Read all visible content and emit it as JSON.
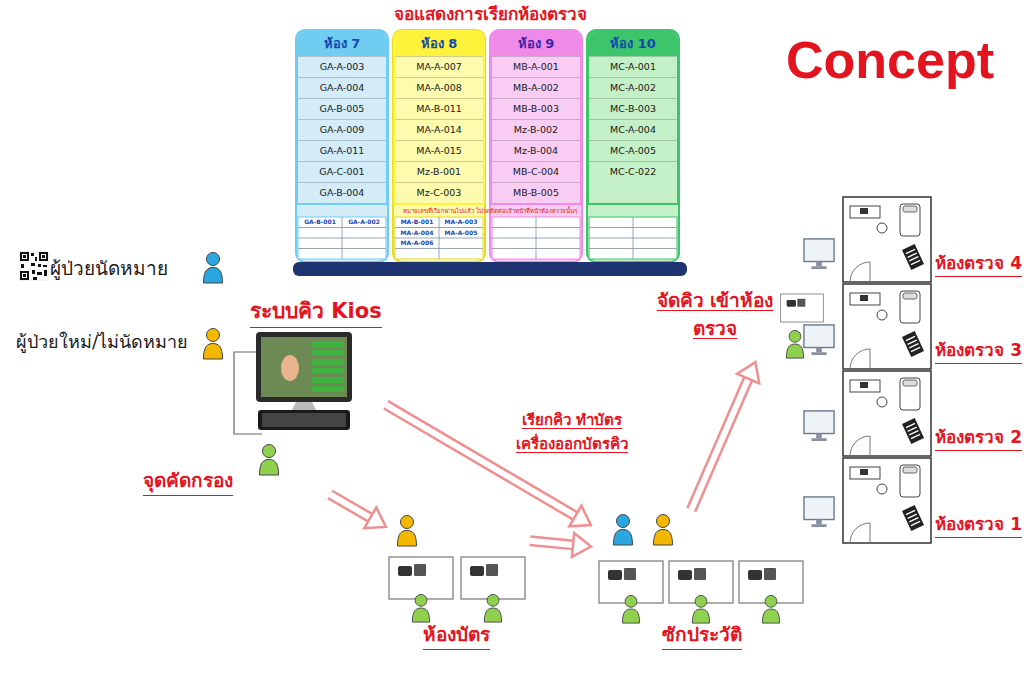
{
  "diagram": {
    "title": "Concept",
    "nodes": [
      {
        "text": [
          "จอแสดงการเรียกห้องตรวจ"
        ]
      },
      {
        "text": [
          "ห้อง 7",
          "GA-A-003",
          "GA-A-004",
          "GA-B-005",
          "GA-A-009",
          "GA-A-011",
          "GA-C-001",
          "GA-B-004"
        ],
        "in": 0
      },
      {
        "text": [
          "ห้อง 8",
          "MA-A-007",
          "MA-A-008",
          "MA-B-011",
          "MA-A-014",
          "MA-A-015",
          "Mz-B-001",
          "Mz-C-003"
        ],
        "in": 0
      },
      {
        "text": [
          "ห้อง 9",
          "MB-A-001",
          "MB-A-002",
          "MB-B-003",
          "Mz-B-002",
          "Mz-B-004",
          "MB-C-004",
          "MB-B-005"
        ],
        "in": 0
      },
      {
        "text": [
          "ห้อง 10",
          "MC-A-001",
          "MC-A-002",
          "MC-B-003",
          "MC-A-004",
          "MC-A-005",
          "MC-C-022"
        ],
        "in": 0
      },
      {
        "text": [
          "ระบบคิว Kios"
        ]
      },
      {
        "text": [
          "จุดคัดกรอง"
        ]
      },
      {
        "text": [
          "ห้องบัตร"
        ]
      },
      {
        "text": [
          "ซักประวัติ"
        ]
      },
      {
        "text": [
          "จัดคิว เข้าห้องตรวจ"
        ]
      },
      {
        "text": [
          "ห้องตรวจ 4"
        ]
      },
      {
        "text": [
          "ห้องตรวจ 3"
        ]
      },
      {
        "text": [
          "ห้องตรวจ 2"
        ]
      },
      {
        "text": [
          "ห้องตรวจ 1"
        ]
      }
    ],
    "edges": [
      {
        "from": 6,
        "to": 7,
        "arrow": "to"
      },
      {
        "from": 7,
        "to": 8,
        "arrow": "to"
      },
      {
        "from": 5,
        "to": 8,
        "label": "เรียกคิว ทำบัตร เครื่องออกบัตรคิว",
        "arrow": "to"
      },
      {
        "from": 8,
        "to": 9,
        "arrow": "to"
      }
    ],
    "labels": [
      "ผู้ป่วยนัดหมาย",
      "ผู้ป่วยใหม่/ไม่นัดหมาย",
      "หมายเลขที่เรียกผ่านไปแล้ว โปรดติดต่อเจ้าหน้าที่หน้าห้องตรวจนั้นๆ",
      "GA-B-001",
      "GA-A-002",
      "MA-B-001",
      "MA-A-003",
      "MA-A-004",
      "MA-A-005",
      "MA-A-006"
    ]
  }
}
